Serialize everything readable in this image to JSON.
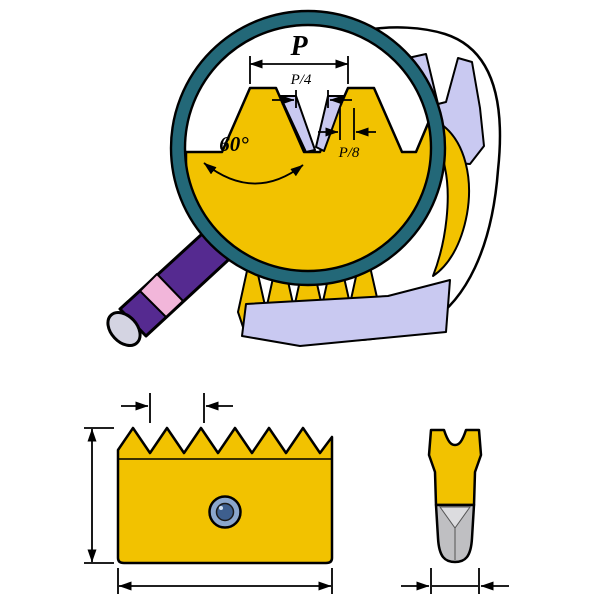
{
  "diagram": {
    "scene": "threading-insert-profile-with-magnifier",
    "magnifier_labels": {
      "pitch": "P",
      "crest_flat": "P/4",
      "root_flat": "P/8",
      "thread_angle": "60°"
    },
    "colors": {
      "insert_gold": "#f2c200",
      "thread_lavender": "#c9c9f1",
      "magnifier_rim_teal": "#236878",
      "handle_purple": "#552a90",
      "handle_band_pink": "#f2b6da",
      "handle_tip_gray": "#d4d4e2",
      "hole_blue_outer": "#8aa6cc",
      "hole_blue_inner": "#3e5f8e",
      "side_view_gray": "#bfbfc2",
      "side_view_gray_light": "#dcdcdf",
      "background": "#ffffff"
    }
  }
}
